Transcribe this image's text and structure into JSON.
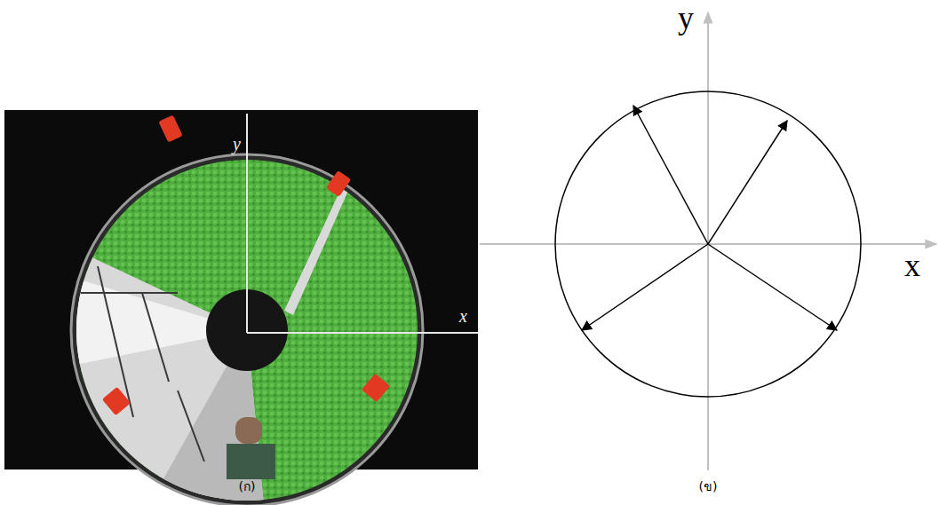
{
  "diagram": {
    "labels": [
      "y",
      "x",
      "y",
      "x",
      "(ก)",
      "(ข)"
    ]
  }
}
